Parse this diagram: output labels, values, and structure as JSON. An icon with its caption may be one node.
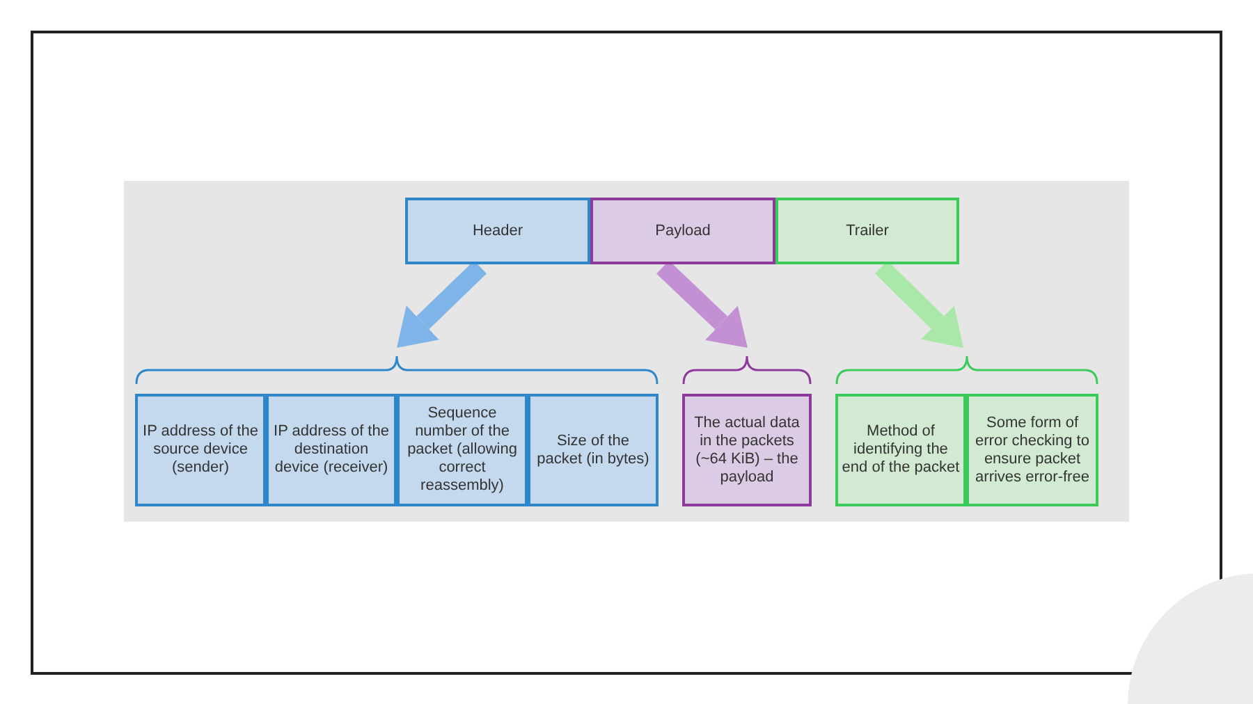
{
  "diagram": {
    "nodes": [
      {
        "text": [
          "Header"
        ]
      },
      {
        "text": [
          "Payload"
        ]
      },
      {
        "text": [
          "Trailer"
        ]
      },
      {
        "text": [],
        "shape": "brace"
      },
      {
        "text": [
          "IP address of the source device (sender)"
        ]
      },
      {
        "text": [
          "IP address of the destination device (receiver)"
        ]
      },
      {
        "text": [
          "Sequence number of the packet (allowing correct reassembly)"
        ]
      },
      {
        "text": [
          "Size of the packet (in bytes)"
        ]
      },
      {
        "text": [],
        "shape": "brace"
      },
      {
        "text": [
          "The actual data in the packets (~64 KiB) – the payload"
        ]
      },
      {
        "text": [],
        "shape": "brace"
      },
      {
        "text": [
          "Method of identifying the end of the packet"
        ]
      },
      {
        "text": [
          "Some form of error checking to ensure packet arrives error-free"
        ]
      }
    ],
    "edges": [
      {
        "from": 0,
        "to": 3,
        "arrow": "to",
        "color": "#7fb4e8"
      },
      {
        "from": 1,
        "to": 8,
        "arrow": "to",
        "color": "#c391d3"
      },
      {
        "from": 2,
        "to": 10,
        "arrow": "to",
        "color": "#a9e8a9"
      }
    ]
  }
}
